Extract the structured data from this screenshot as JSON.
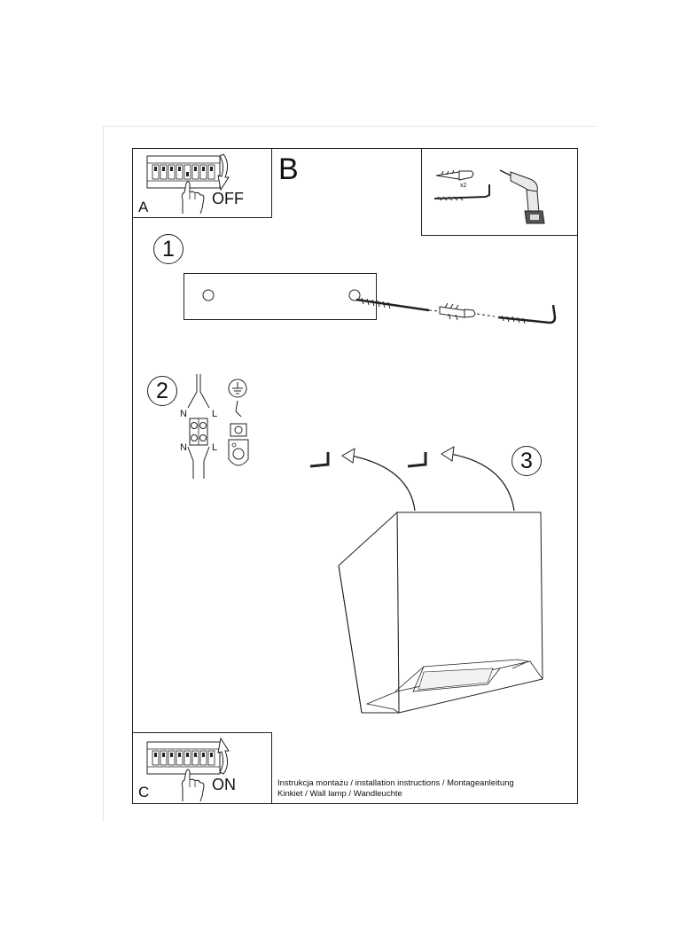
{
  "sections": {
    "a": {
      "letter": "A",
      "action": "OFF"
    },
    "b": {
      "letter": "B"
    },
    "c": {
      "letter": "C",
      "action": "ON"
    }
  },
  "steps": [
    "1",
    "2",
    "3"
  ],
  "tools": {
    "quantity": "x2"
  },
  "wiring": {
    "neutral": "N",
    "live": "L"
  },
  "footer": {
    "line1": "Instrukcja montażu / installation instructions / Montageanleitung",
    "line2": "Kinkiet / Wall lamp / Wandleuchte"
  },
  "icons": [
    "breaker-panel-icon",
    "hand-icon",
    "curved-arrow-down-icon",
    "curved-arrow-up-icon",
    "wall-plug-icon",
    "screw-hook-icon",
    "drill-icon",
    "earth-ground-icon",
    "terminal-block-icon",
    "mounting-plate-icon",
    "lamp-cube-icon"
  ]
}
